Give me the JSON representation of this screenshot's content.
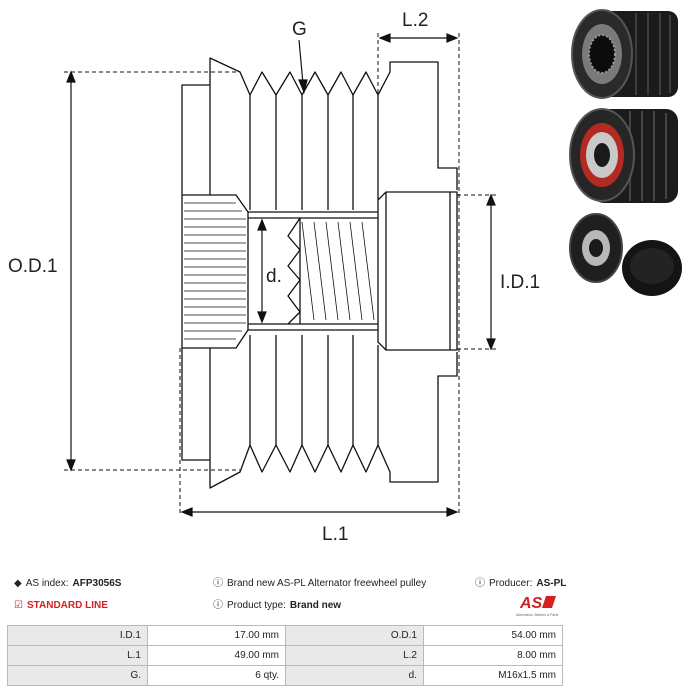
{
  "drawing": {
    "labels": {
      "groove": "G",
      "length2": "L.2",
      "outer_diameter": "O.D.1",
      "inner_diameter": "I.D.1",
      "thread": "d.",
      "length1": "L.1"
    }
  },
  "info": {
    "index_label": "AS index:",
    "index_value": "AFP3056S",
    "line_label": "STANDARD LINE",
    "description": "Brand new AS-PL Alternator freewheel pulley",
    "type_label": "Product type:",
    "type_value": "Brand new",
    "producer_label": "Producer:",
    "producer_value": "AS-PL",
    "logo_text": "AS",
    "logo_tagline": "Alternators, Starters & Parts"
  },
  "colors": {
    "accent_red": "#d42020",
    "label_bg": "#e9e9e9",
    "border": "#b9b9b9"
  },
  "specs": [
    {
      "l1": "I.D.1",
      "v1": "17.00 mm",
      "l2": "O.D.1",
      "v2": "54.00 mm"
    },
    {
      "l1": "L.1",
      "v1": "49.00 mm",
      "l2": "L.2",
      "v2": "8.00 mm"
    },
    {
      "l1": "G.",
      "v1": "6 qty.",
      "l2": "d.",
      "v2": "M16x1.5 mm"
    }
  ]
}
